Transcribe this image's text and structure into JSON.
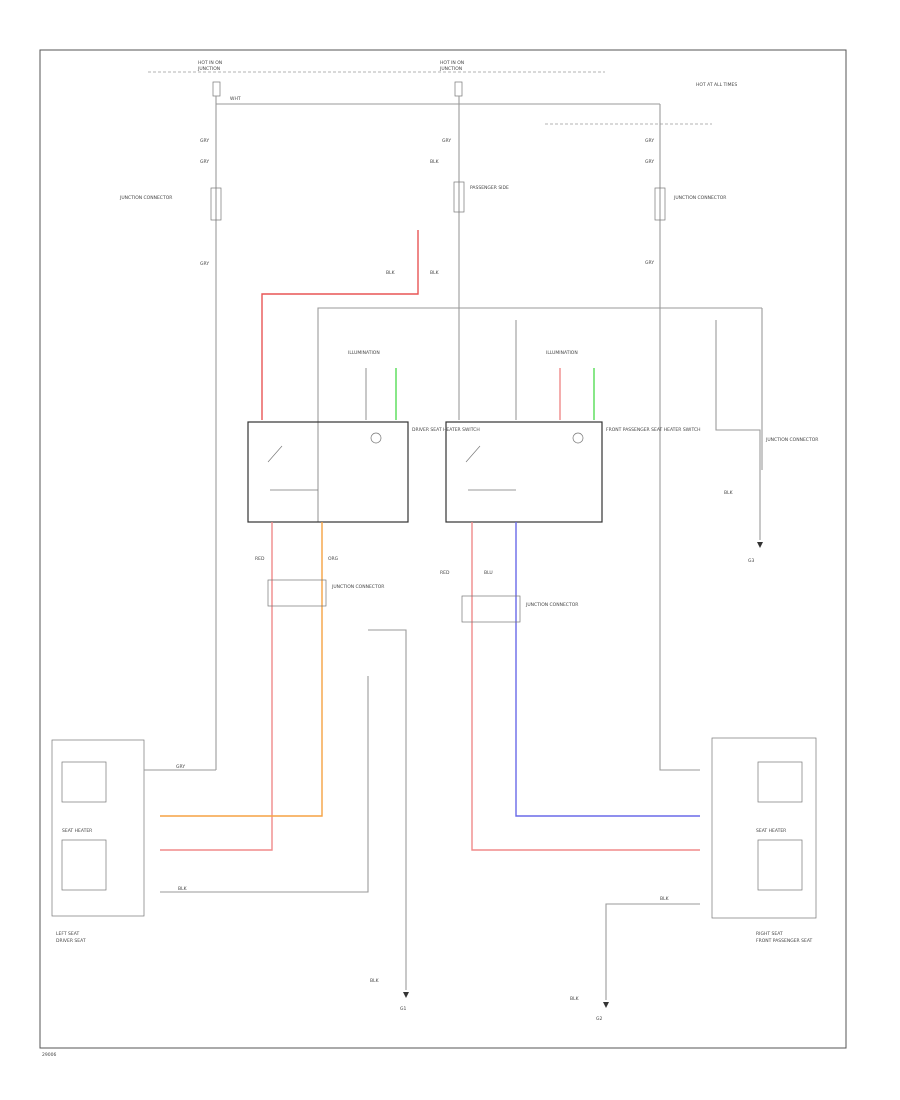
{
  "diagram": {
    "fuse_left": "HOT IN ON",
    "fuse_left_sub": "JUNCTION",
    "fuse_mid": "HOT IN ON",
    "fuse_mid_sub": "JUNCTION",
    "fuse_right": "HOT AT ALL TIMES",
    "j_left": "JUNCTION CONNECTOR",
    "j_mid": "PASSENGER SIDE",
    "j_right": "JUNCTION CONNECTOR",
    "switch_left": "DRIVER SEAT HEATER SWITCH",
    "switch_right": "FRONT PASSENGER SEAT HEATER SWITCH",
    "illum": "ILLUMINATION",
    "j_bottom_left": "JUNCTION CONNECTOR",
    "j_bottom_mid": "JUNCTION CONNECTOR",
    "j_far_right": "JUNCTION CONNECTOR",
    "seat_left": "LEFT SEAT",
    "seat_left_sub": "DRIVER SEAT",
    "seat_right": "RIGHT SEAT",
    "seat_right_sub": "FRONT PASSENGER SEAT",
    "heater_left": "SEAT HEATER",
    "heater_right": "SEAT HEATER",
    "ground_left": "G1",
    "ground_right": "G2",
    "ground_far_right": "G3",
    "wire_gry": "GRY",
    "wire_red": "RED",
    "wire_wht": "WHT",
    "wire_blk": "BLK",
    "wire_org": "ORG",
    "wire_blu": "BLU",
    "corner_code": "29006"
  }
}
